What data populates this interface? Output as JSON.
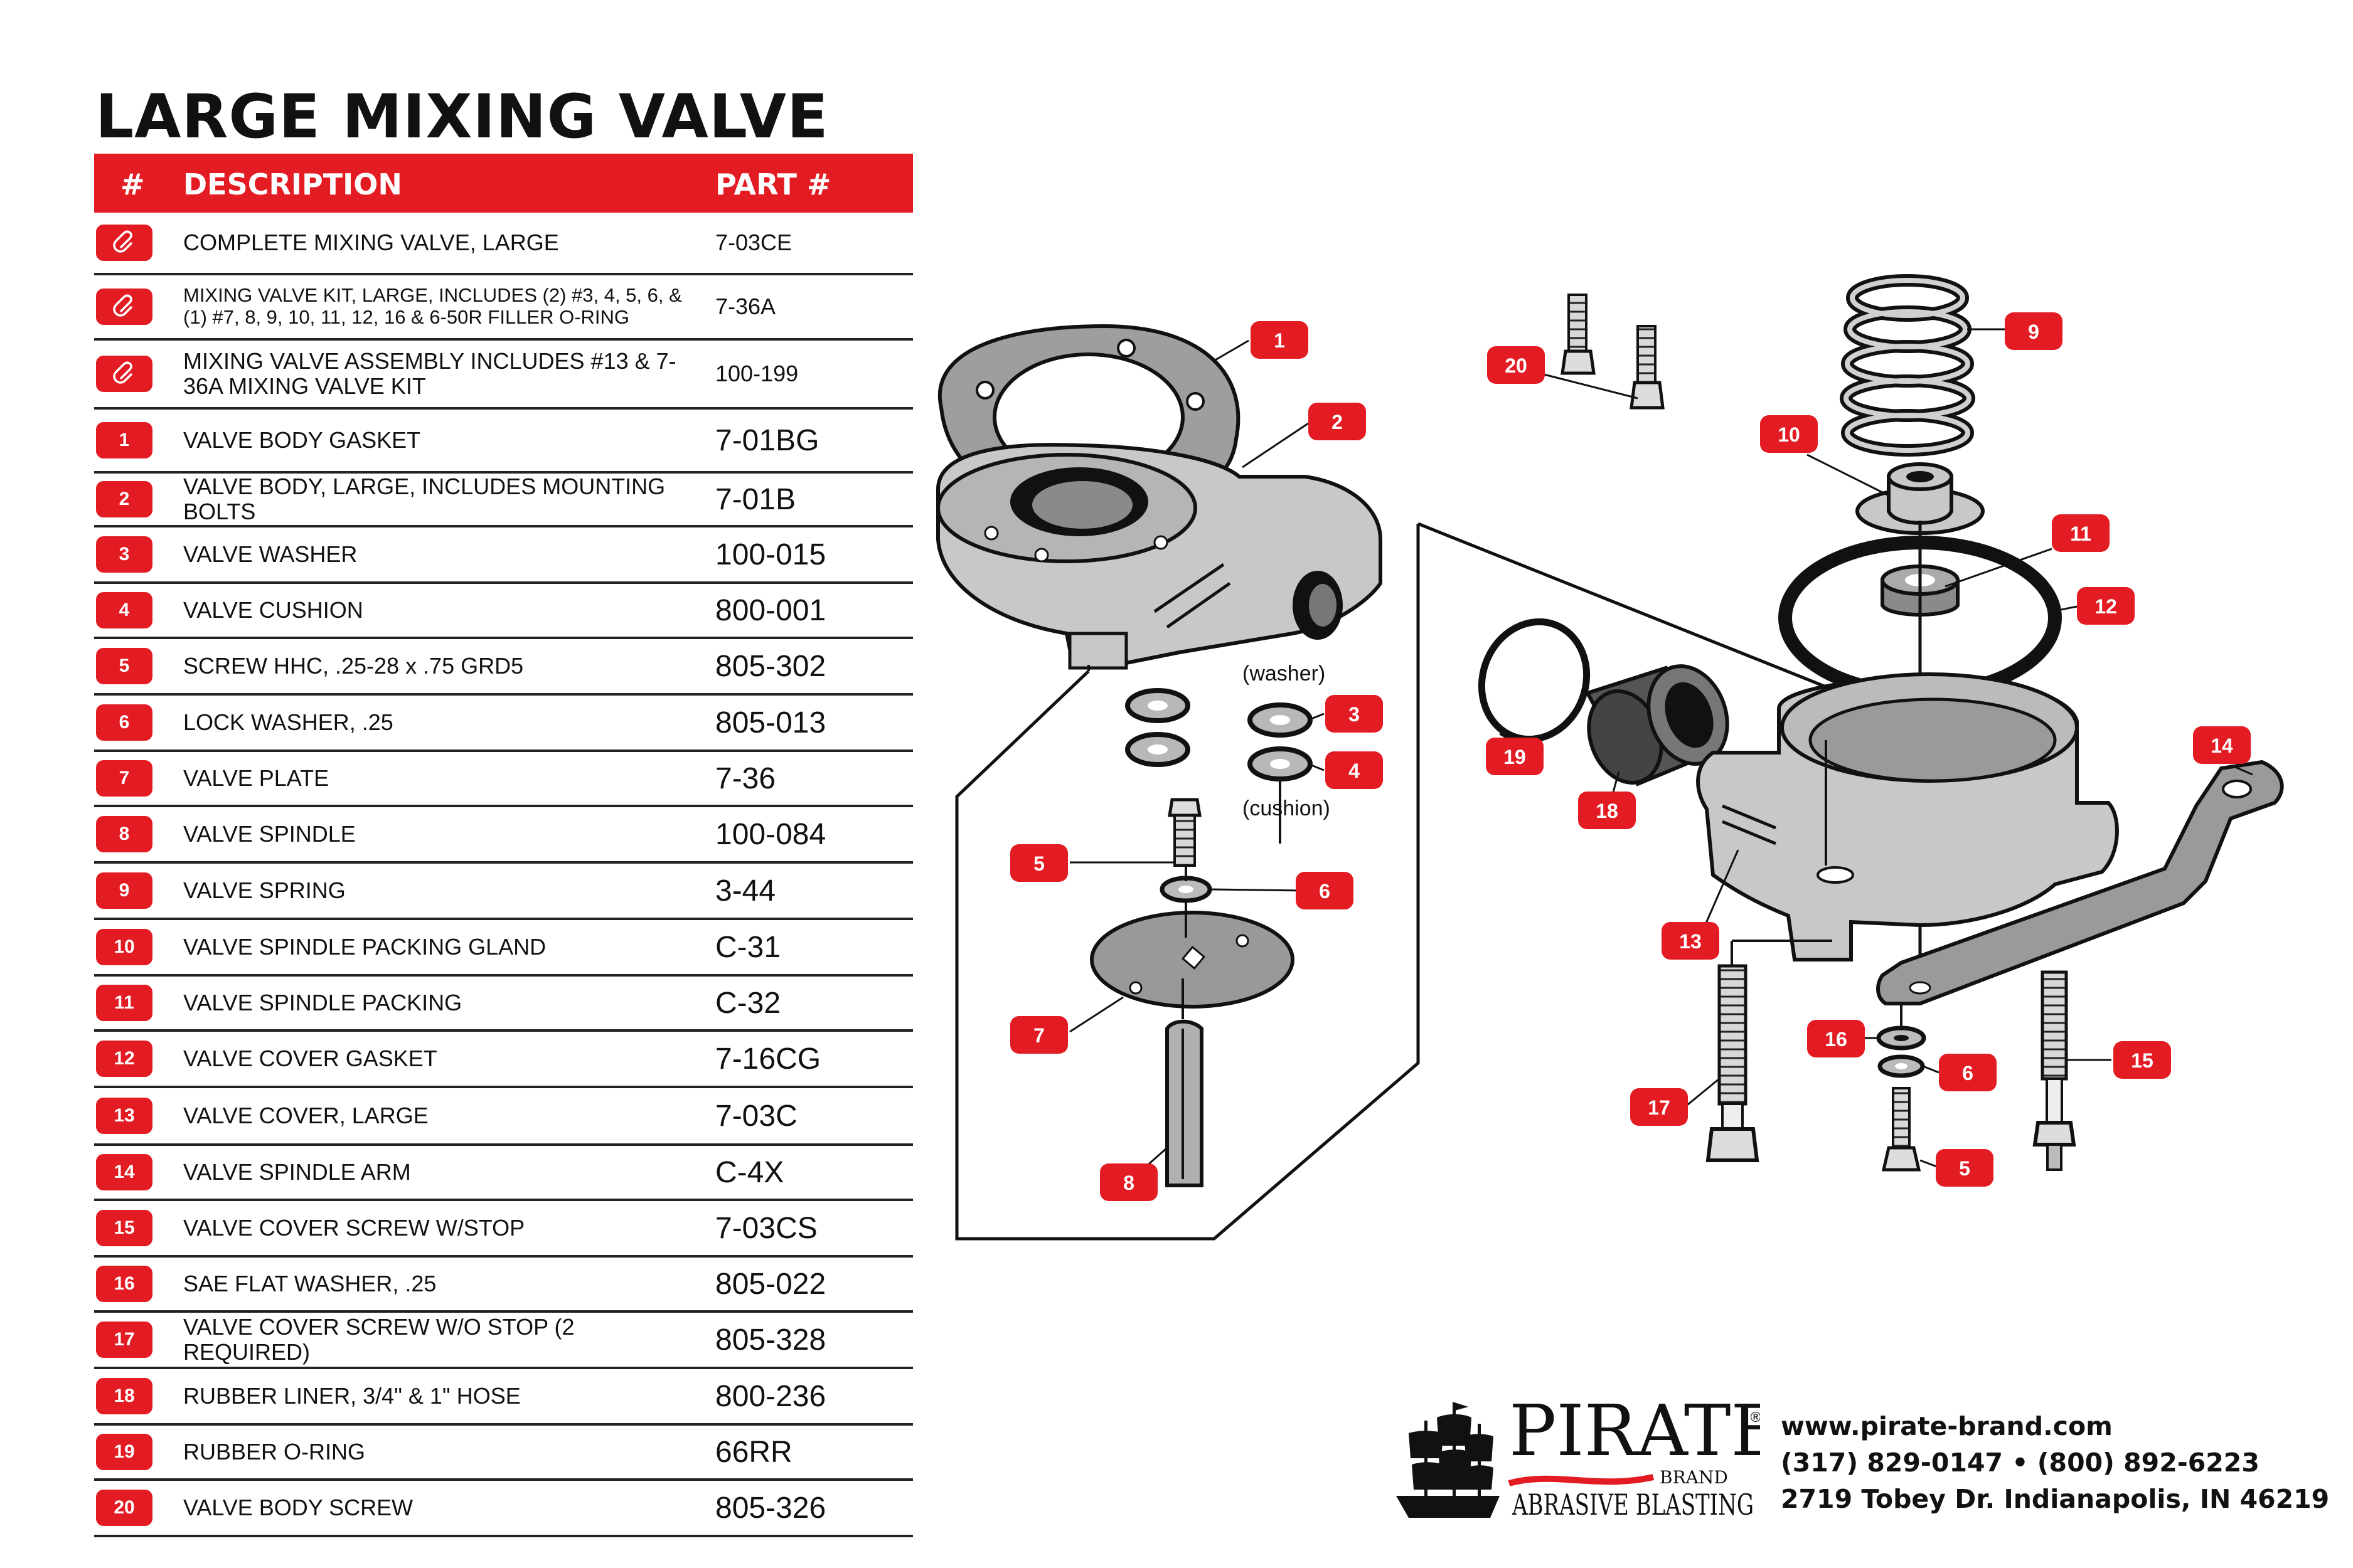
{
  "title": "LARGE MIXING VALVE",
  "table": {
    "headers": {
      "num": "#",
      "desc": "DESCRIPTION",
      "part": "PART #"
    },
    "rows": [
      {
        "num": "",
        "icon": "paperclip-icon",
        "desc": "COMPLETE MIXING VALVE, LARGE",
        "part": "7-03CE"
      },
      {
        "num": "",
        "icon": "paperclip-icon",
        "desc": "MIXING VALVE KIT, LARGE, INCLUDES (2) #3, 4, 5, 6, & (1) #7, 8, 9, 10, 11, 12, 16 & 6-50R FILLER O-RING",
        "part": "7-36A"
      },
      {
        "num": "",
        "icon": "paperclip-icon",
        "desc": "MIXING VALVE ASSEMBLY INCLUDES #13 & 7-36A MIXING VALVE KIT",
        "part": "100-199"
      },
      {
        "num": "1",
        "desc": "VALVE BODY GASKET",
        "part": "7-01BG"
      },
      {
        "num": "2",
        "desc": "VALVE BODY, LARGE, INCLUDES MOUNTING BOLTS",
        "part": "7-01B"
      },
      {
        "num": "3",
        "desc": "VALVE WASHER",
        "part": "100-015"
      },
      {
        "num": "4",
        "desc": "VALVE CUSHION",
        "part": "800-001"
      },
      {
        "num": "5",
        "desc": "SCREW HHC, .25-28 x .75 GRD5",
        "part": "805-302"
      },
      {
        "num": "6",
        "desc": "LOCK WASHER, .25",
        "part": "805-013"
      },
      {
        "num": "7",
        "desc": "VALVE PLATE",
        "part": "7-36"
      },
      {
        "num": "8",
        "desc": "VALVE SPINDLE",
        "part": "100-084"
      },
      {
        "num": "9",
        "desc": "VALVE SPRING",
        "part": "3-44"
      },
      {
        "num": "10",
        "desc": "VALVE SPINDLE PACKING GLAND",
        "part": "C-31"
      },
      {
        "num": "11",
        "desc": "VALVE SPINDLE PACKING",
        "part": "C-32"
      },
      {
        "num": "12",
        "desc": "VALVE COVER GASKET",
        "part": "7-16CG"
      },
      {
        "num": "13",
        "desc": "VALVE COVER, LARGE",
        "part": "7-03C"
      },
      {
        "num": "14",
        "desc": "VALVE SPINDLE ARM",
        "part": "C-4X"
      },
      {
        "num": "15",
        "desc": "VALVE COVER SCREW W/STOP",
        "part": "7-03CS"
      },
      {
        "num": "16",
        "desc": "SAE FLAT WASHER, .25",
        "part": "805-022"
      },
      {
        "num": "17",
        "desc": "VALVE COVER SCREW W/O STOP (2 REQUIRED)",
        "part": "805-328"
      },
      {
        "num": "18",
        "desc": "RUBBER LINER, 3/4\" & 1\" HOSE",
        "part": "800-236"
      },
      {
        "num": "19",
        "desc": "RUBBER O-RING",
        "part": "66RR"
      },
      {
        "num": "20",
        "desc": "VALVE BODY SCREW",
        "part": "805-326"
      }
    ]
  },
  "diagram": {
    "labels": {
      "washer": "(washer)",
      "cushion": "(cushion)"
    },
    "callouts": [
      "1",
      "2",
      "3",
      "4",
      "5",
      "6",
      "7",
      "8",
      "9",
      "10",
      "11",
      "12",
      "13",
      "14",
      "15",
      "16",
      "6",
      "5",
      "17",
      "18",
      "19",
      "20"
    ]
  },
  "brand": {
    "name": "PIRATE",
    "sub": "BRAND",
    "tagline": "ABRASIVE BLASTING",
    "reg": "®",
    "icon": "pirate-ship-icon"
  },
  "contact": {
    "website": "www.pirate-brand.com",
    "phones": "(317) 829-0147 • (800) 892-6223",
    "address": "2719 Tobey Dr. Indianapolis, IN 46219"
  },
  "colors": {
    "accent": "#e31b23",
    "text": "#111111",
    "part_fill": "#c8c8c8"
  }
}
